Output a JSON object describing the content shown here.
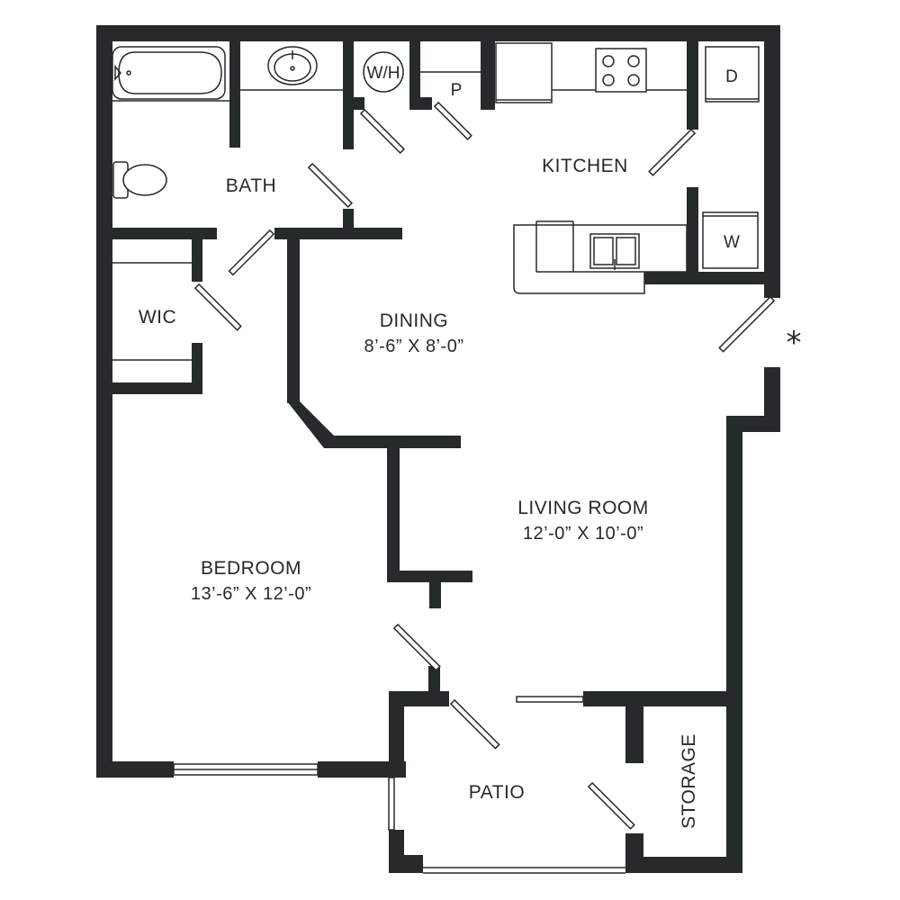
{
  "rooms": {
    "bath": {
      "label": "BATH"
    },
    "kitchen": {
      "label": "KITCHEN"
    },
    "wic": {
      "label": "WIC"
    },
    "dining": {
      "label": "DINING",
      "dimensions": "8’-6” X 8’-0”"
    },
    "living": {
      "label": "LIVING ROOM",
      "dimensions": "12’-0” X 10’-0”"
    },
    "bedroom": {
      "label": "BEDROOM",
      "dimensions": "13’-6” X 12’-0”"
    },
    "patio": {
      "label": "PATIO"
    },
    "storage": {
      "label": "STORAGE"
    }
  },
  "fixtures": {
    "water_heater": "W/H",
    "pantry": "P",
    "dryer": "D",
    "washer": "W"
  },
  "entry_marker": "*",
  "colors": {
    "wall": "#262a2a",
    "background": "#ffffff"
  }
}
